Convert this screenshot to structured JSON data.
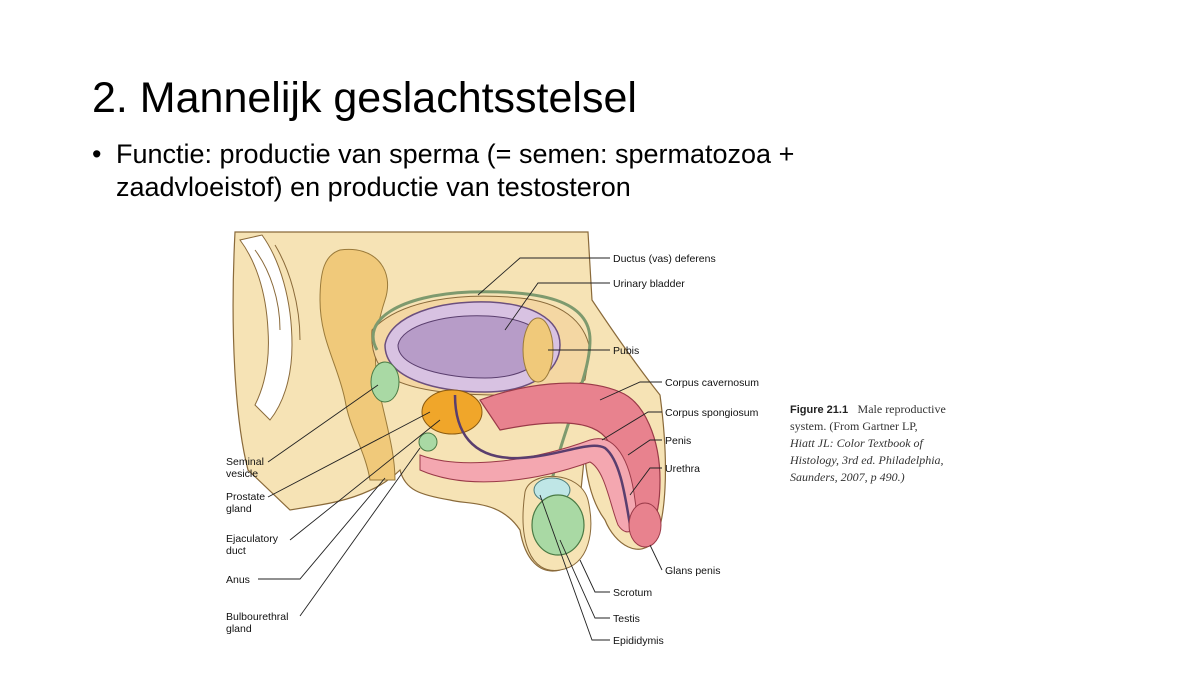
{
  "title": "2. Mannelijk geslachtsstelsel",
  "bullet": {
    "symbol": "•",
    "line1": "Functie: productie van sperma (= semen: spermatozoa +",
    "line2": "zaadvloeistof) en productie van testosteron"
  },
  "labels": {
    "ductus": "Ductus (vas) deferens",
    "bladder": "Urinary bladder",
    "pubis": "Pubis",
    "cavernosum": "Corpus cavernosum",
    "spongiosum": "Corpus spongiosum",
    "penis": "Penis",
    "urethra": "Urethra",
    "glans": "Glans penis",
    "scrotum": "Scrotum",
    "testis": "Testis",
    "epididymis": "Epididymis",
    "seminal_1": "Seminal",
    "seminal_2": "vesicle",
    "prostate_1": "Prostate",
    "prostate_2": "gland",
    "ejac_1": "Ejaculatory",
    "ejac_2": "duct",
    "anus": "Anus",
    "bulbo_1": "Bulbourethral",
    "bulbo_2": "gland"
  },
  "caption": {
    "fig": "Figure 21.1",
    "line1": "Male reproductive",
    "line2": "system. (From Gartner LP,",
    "line3": "Hiatt JL: Color Textbook of",
    "line4": "Histology, 3rd ed. Philadelphia,",
    "line5": "Saunders, 2007, p 490.)"
  },
  "colors": {
    "skin": "#f6e3b5",
    "tissue": "#f0c97a",
    "bladder": "#b79cc8",
    "erectile": "#e8828e",
    "testis": "#a9d9a4",
    "duct": "#7e9a6e"
  }
}
